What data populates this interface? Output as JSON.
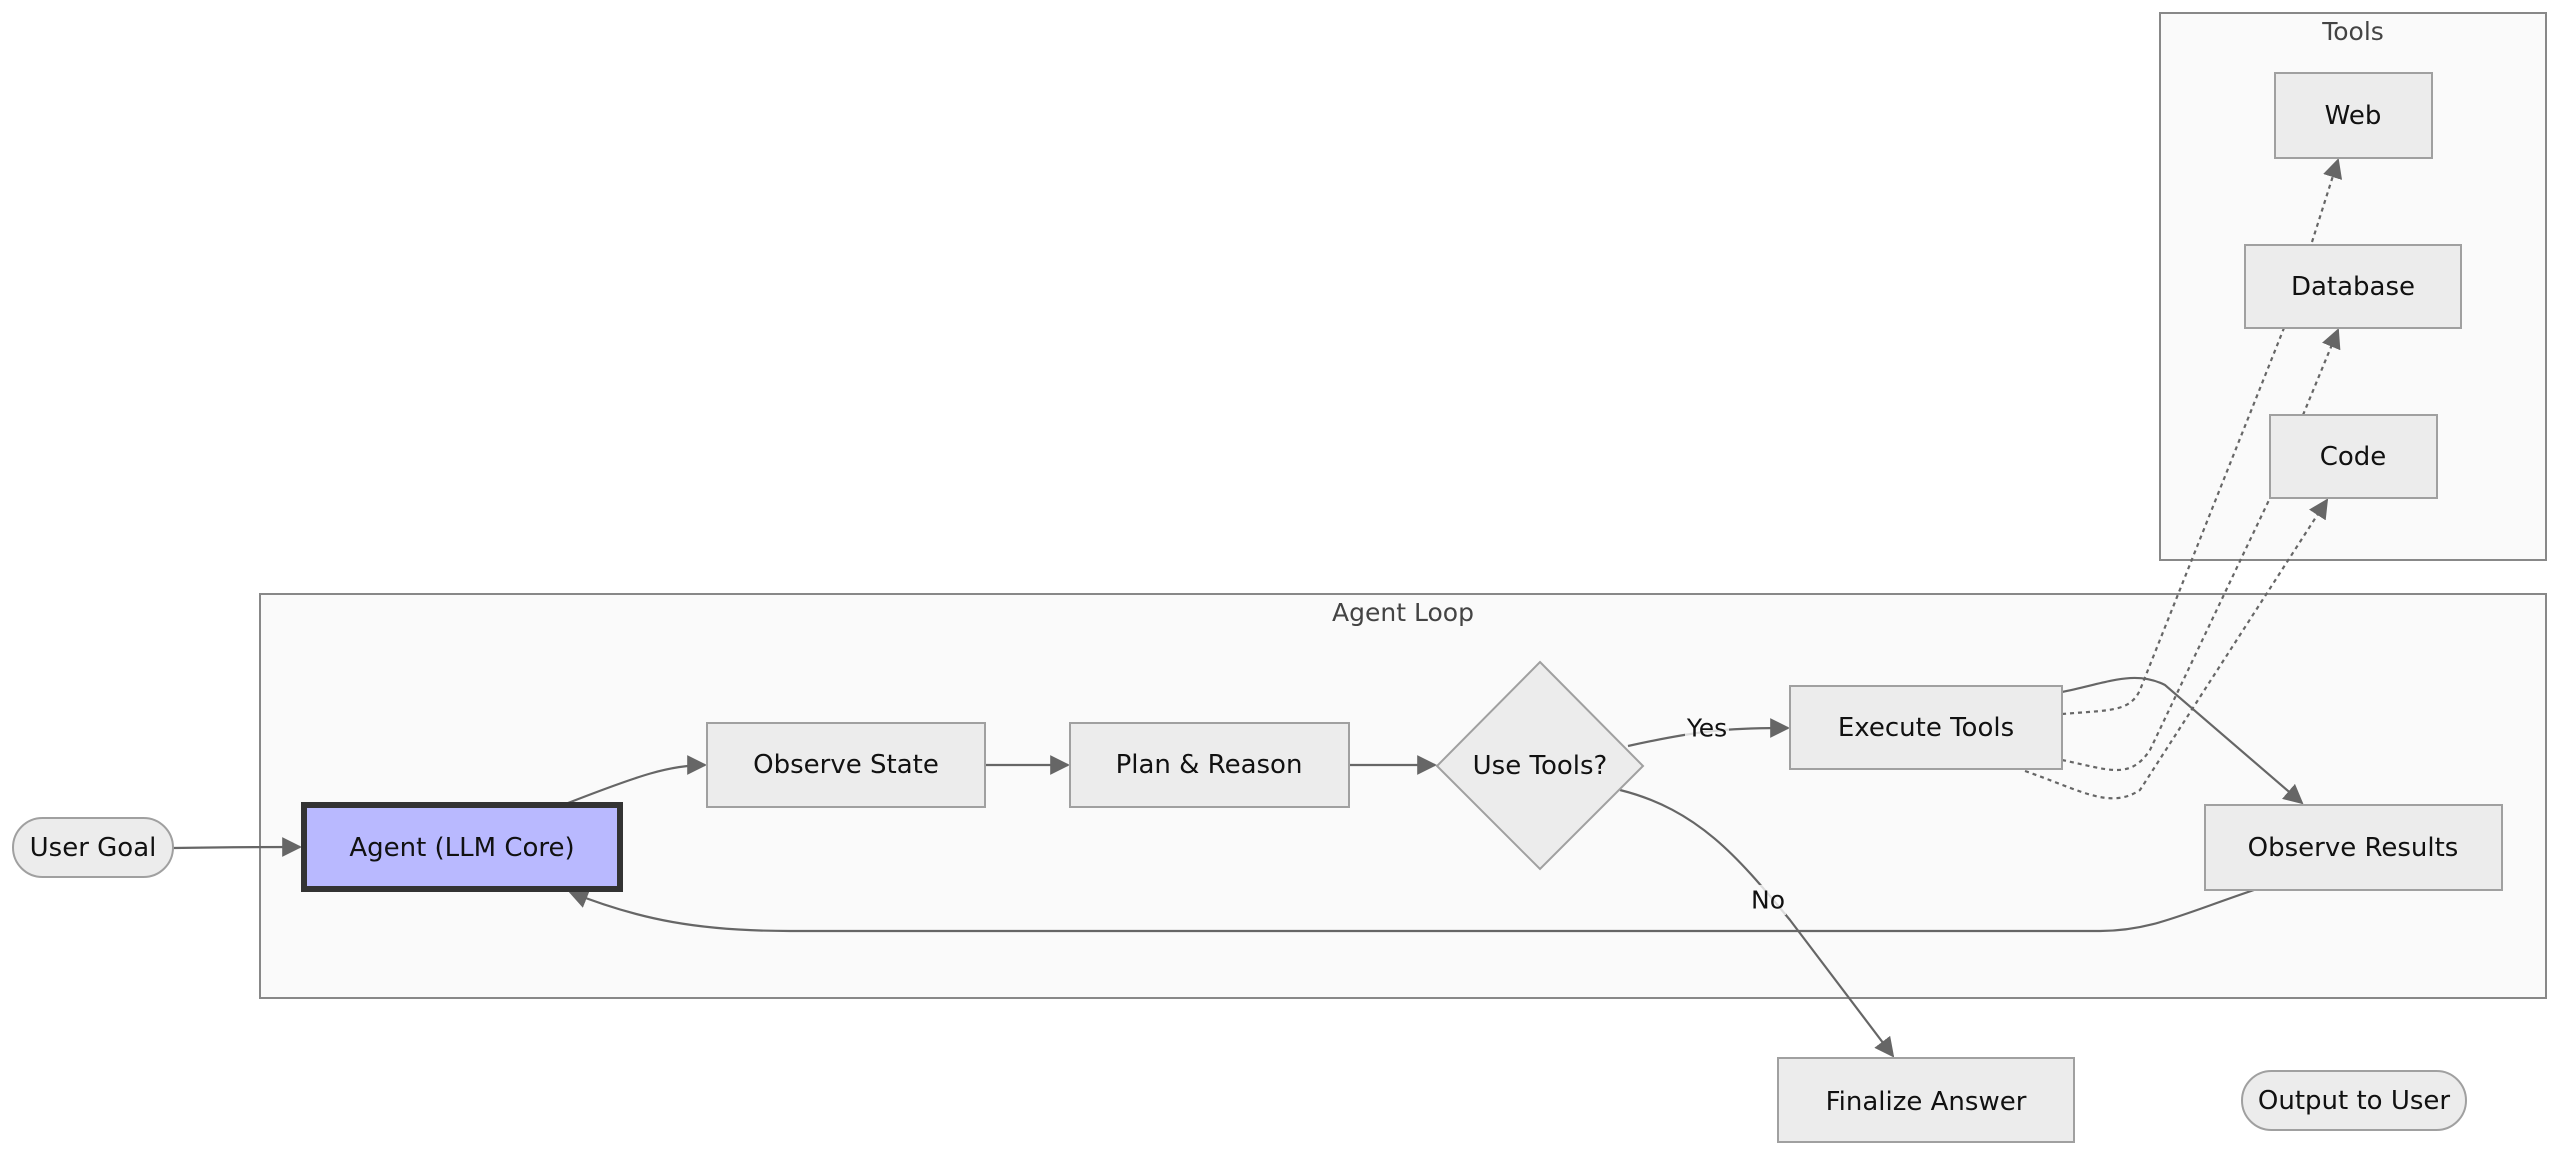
{
  "clusters": {
    "tools": {
      "title": "Tools"
    },
    "agent_loop": {
      "title": "Agent Loop"
    }
  },
  "nodes": {
    "user_goal": "User Goal",
    "agent": "Agent (LLM Core)",
    "observe_state": "Observe State",
    "plan_reason": "Plan & Reason",
    "use_tools": "Use Tools?",
    "execute_tools": "Execute Tools",
    "observe_results": "Observe Results",
    "finalize_answer": "Finalize Answer",
    "output_to_user": "Output to User",
    "web": "Web",
    "database": "Database",
    "code": "Code"
  },
  "edge_labels": {
    "yes": "Yes",
    "no": "No"
  },
  "colors": {
    "agent_fill": "#b9b9ff",
    "node_fill": "#ececec",
    "edge": "#666666"
  }
}
